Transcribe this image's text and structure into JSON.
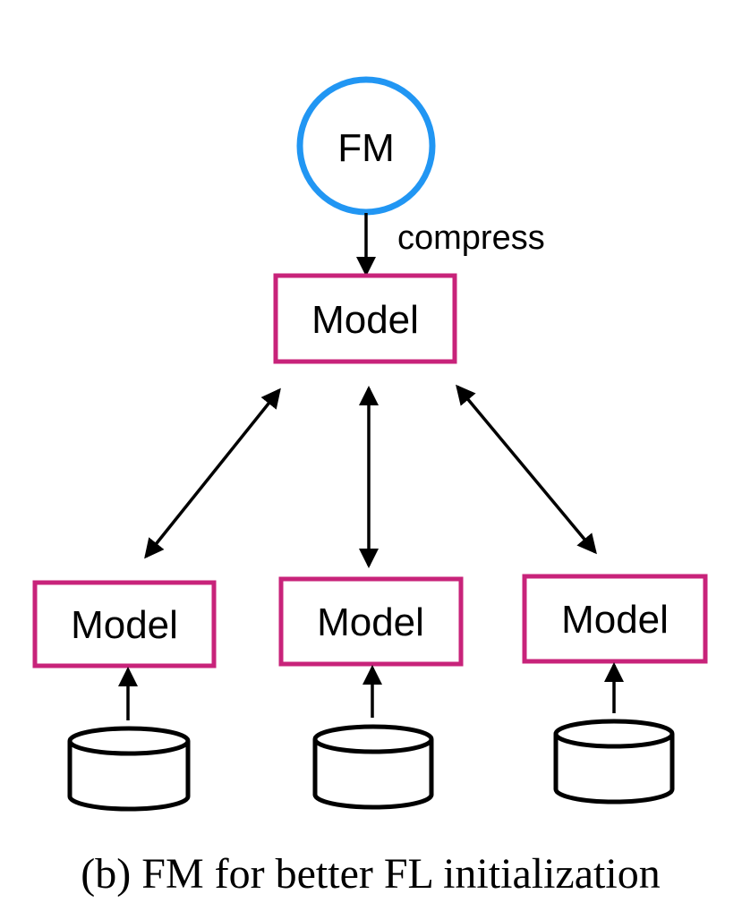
{
  "diagram": {
    "fm_label": "FM",
    "compress_label": "compress",
    "server_model_label": "Model",
    "clients": [
      {
        "model_label": "Model"
      },
      {
        "model_label": "Model"
      },
      {
        "model_label": "Model"
      }
    ],
    "caption": "(b) FM for better FL initialization"
  },
  "colors": {
    "fm_circle": "#2196F3",
    "model_box": "#C8237A",
    "stroke": "#000000"
  }
}
